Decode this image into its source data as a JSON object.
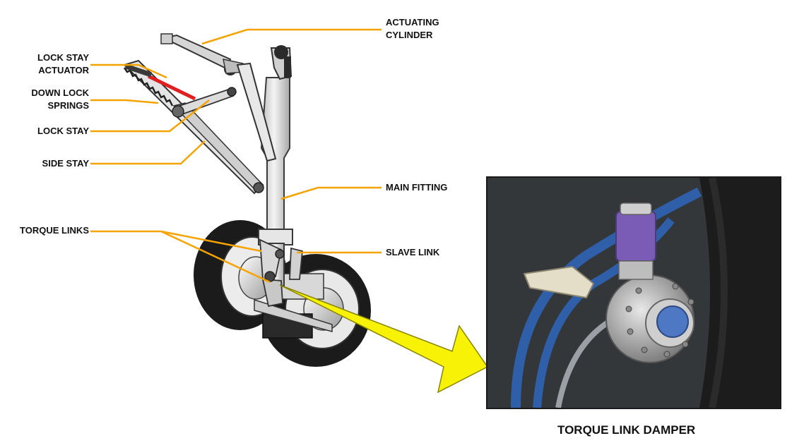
{
  "colors": {
    "leader": "#f5a300",
    "arrow_fill": "#f7f206",
    "arrow_stroke": "#8a8500",
    "tire": "#1a1a1a",
    "strut": "#dcdcdc",
    "strut_stroke": "#3a3a3a",
    "lock_stay_actuator_rod": "#e02020",
    "photo_hose": "#2f5fa8",
    "damper_label": "#7a5bb5"
  },
  "labels": {
    "actuating_cylinder_1": "ACTUATING",
    "actuating_cylinder_2": "CYLINDER",
    "lock_stay_actuator_1": "LOCK STAY",
    "lock_stay_actuator_2": "ACTUATOR",
    "down_lock_springs_1": "DOWN LOCK",
    "down_lock_springs_2": "SPRINGS",
    "lock_stay": "LOCK STAY",
    "side_stay": "SIDE STAY",
    "main_fitting": "MAIN FITTING",
    "torque_links": "TORQUE LINKS",
    "slave_link": "SLAVE LINK"
  },
  "photo": {
    "caption": "TORQUE LINK DAMPER"
  }
}
